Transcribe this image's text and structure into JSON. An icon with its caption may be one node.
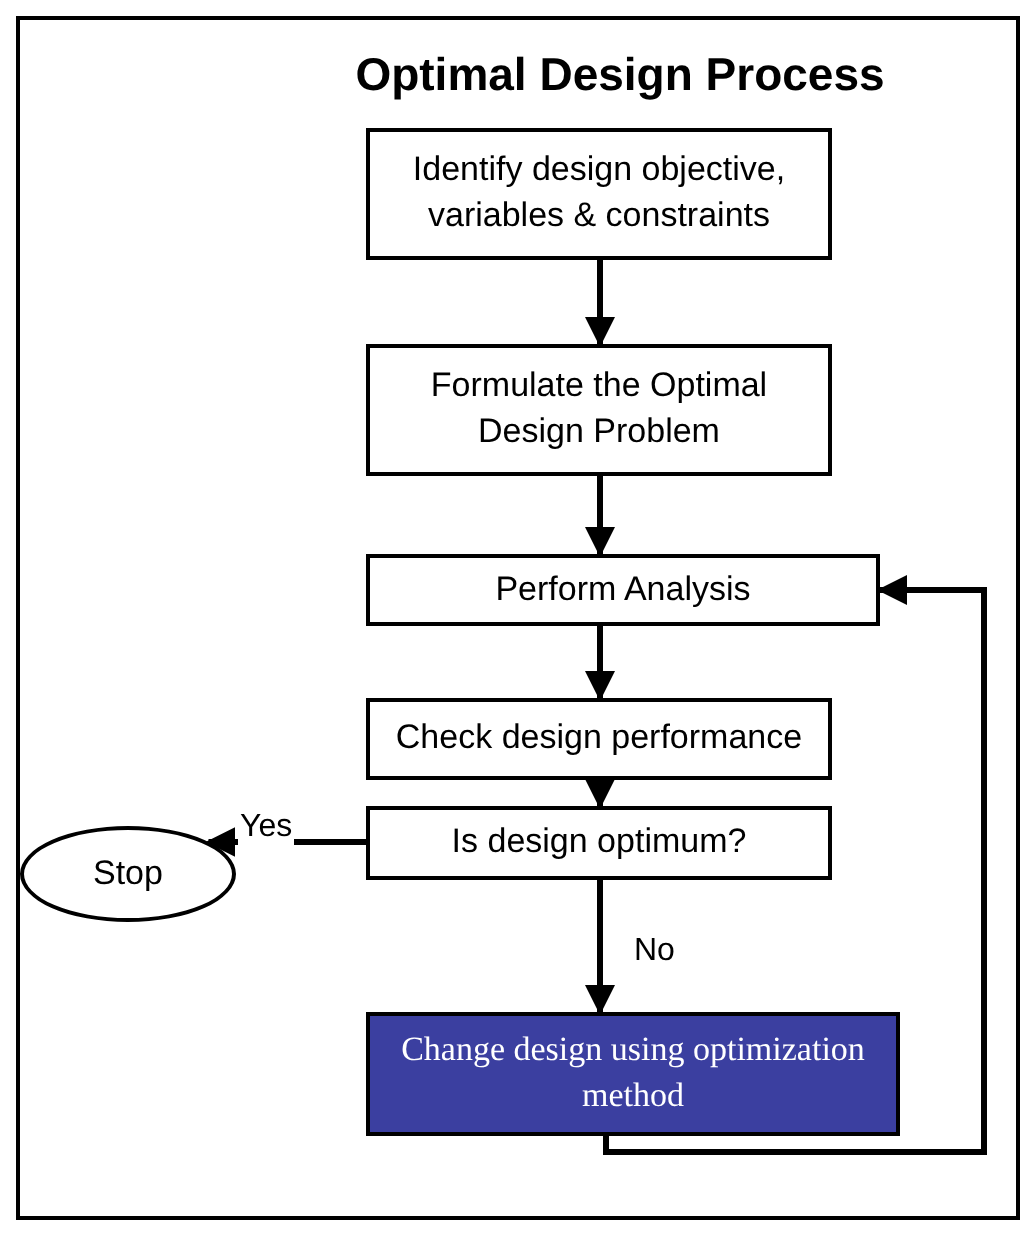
{
  "diagram": {
    "title": "Optimal Design Process",
    "nodes": [
      {
        "text": [
          "Identify design objective, variables & constraints"
        ]
      },
      {
        "text": [
          "Formulate the Optimal Design Problem"
        ]
      },
      {
        "text": [
          "Perform Analysis"
        ]
      },
      {
        "text": [
          "Check design performance"
        ]
      },
      {
        "text": [
          "Is design optimum?"
        ]
      },
      {
        "text": [
          "Stop"
        ]
      },
      {
        "text": [
          "Change design using optimization method"
        ]
      }
    ],
    "edges": [
      {
        "from": 0,
        "to": 1,
        "arrow": "to"
      },
      {
        "from": 1,
        "to": 2,
        "arrow": "to"
      },
      {
        "from": 2,
        "to": 3,
        "arrow": "to"
      },
      {
        "from": 3,
        "to": 4,
        "arrow": "to"
      },
      {
        "from": 4,
        "to": 5,
        "arrow": "to",
        "label": "Yes"
      },
      {
        "from": 4,
        "to": 6,
        "arrow": "to",
        "label": "No"
      },
      {
        "from": 6,
        "to": 2,
        "arrow": "to"
      }
    ]
  }
}
